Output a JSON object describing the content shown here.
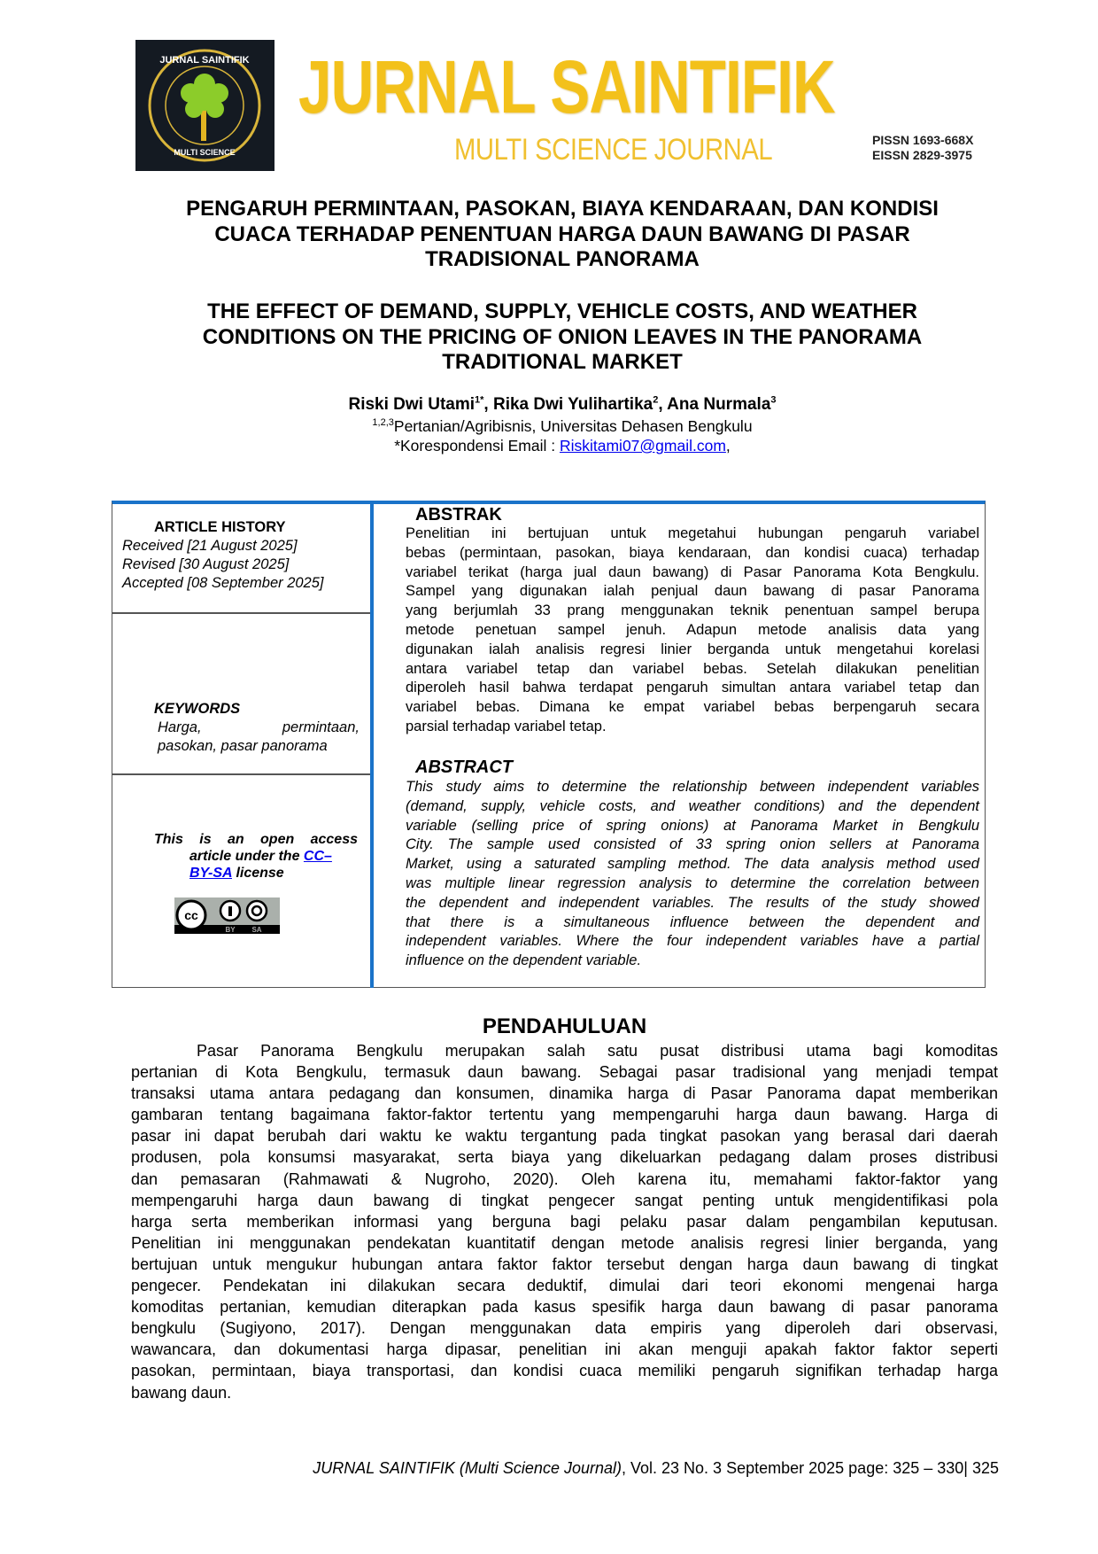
{
  "header": {
    "logo_text": [
      "JURNAL SAINTIFIK",
      "MULTI SCIENCE"
    ],
    "journal_name": "JURNAL SAINTIFIK",
    "journal_subtitle": "MULTI SCIENCE JOURNAL",
    "pissn": "PISSN 1693-668X",
    "eissn": "EISSN 2829-3975"
  },
  "title_id": [
    "PENGARUH PERMINTAAN, PASOKAN, BIAYA KENDARAAN, DAN KONDISI",
    "CUACA TERHADAP PENENTUAN HARGA DAUN BAWANG DI PASAR",
    "TRADISIONAL PANORAMA"
  ],
  "title_en": [
    "THE EFFECT OF DEMAND, SUPPLY, VEHICLE COSTS, AND WEATHER",
    "CONDITIONS ON THE PRICING OF ONION LEAVES IN THE PANORAMA",
    "TRADITIONAL MARKET"
  ],
  "authors": {
    "a1": "Riski Dwi Utami",
    "a1_sup": "1*",
    "a2": ", Rika Dwi Yulihartika",
    "a2_sup": "2",
    "a3": ", Ana Nurmala",
    "a3_sup": "3",
    "affil_sup": "1,2,3",
    "affil": "Pertanian/Agribisnis, Universitas Dehasen Bengkulu",
    "email_label": "*Korespondensi Email : ",
    "email": "Riskitami07@gmail.com",
    "email_trail": ","
  },
  "sidebar": {
    "history_label": "ARTICLE HISTORY",
    "received": "Received [21 August 2025]",
    "revised": "Revised [30 August 2025]",
    "accepted": "Accepted [08 September 2025]",
    "keywords_label": "KEYWORDS",
    "kw_line1_a": "Harga,",
    "kw_line1_b": "permintaan,",
    "kw_line2": "pasokan, pasar panorama",
    "license_1": "This is an open access",
    "license_2": "article under the ",
    "license_link_1": "CC–",
    "license_link_2": "BY-SA",
    "license_3": " license",
    "cc_badge": [
      "cc",
      "BY",
      "SA"
    ]
  },
  "abstrak": {
    "heading": "ABSTRAK",
    "lines": [
      "Penelitian ini bertujuan untuk megetahui  hubungan pengaruh variabel",
      "bebas (permintaan, pasokan, biaya kendaraan, dan kondisi cuaca) terhadap",
      "variabel terikat (harga jual daun bawang) di Pasar Panorama Kota Bengkulu.",
      "Sampel yang digunakan ialah penjual daun bawang di pasar Panorama",
      "yang berjumlah 33 prang menggunakan teknik penentuan sampel berupa",
      "metode penetuan sampel jenuh. Adapun metode analisis data yang",
      "digunakan ialah analisis regresi linier berganda untuk mengetahui korelasi",
      "antara variabel tetap dan variabel bebas. Setelah dilakukan penelitian",
      "diperoleh hasil bahwa terdapat pengaruh simultan antara variabel tetap dan",
      "variabel bebas. Dimana ke empat variabel bebas berpengaruh secara",
      "parsial terhadap variabel tetap."
    ]
  },
  "abstract": {
    "heading": "ABSTRACT",
    "lines": [
      "This study aims to determine the relationship between independent variables",
      "(demand, supply, vehicle costs, and weather conditions) and the dependent",
      "variable (selling price of spring onions) at Panorama Market in Bengkulu",
      "City. The sample used consisted of 33 spring onion sellers at Panorama",
      "Market, using a saturated sampling method. The data analysis method used",
      "was multiple linear regression analysis to determine the correlation between",
      "the dependent and independent variables. The results of the study showed",
      "that there is a simultaneous influence between the dependent and",
      "independent variables. Where the four independent variables have a partial",
      "influence on the dependent variable."
    ]
  },
  "pendahuluan": {
    "heading": "PENDAHULUAN",
    "lines": [
      "Pasar Panorama Bengkulu merupakan salah satu pusat distribusi utama bagi komoditas",
      "pertanian di Kota Bengkulu, termasuk daun bawang. Sebagai pasar tradisional yang menjadi tempat",
      "transaksi utama antara pedagang dan konsumen, dinamika harga di Pasar Panorama dapat memberikan",
      "gambaran tentang bagaimana faktor-faktor tertentu yang mempengaruhi harga daun  bawang. Harga di",
      "pasar ini dapat berubah dari waktu ke waktu tergantung pada tingkat pasokan yang berasal dari daerah",
      "produsen, pola konsumsi masyarakat, serta biaya yang dikeluarkan pedagang dalam proses distribusi",
      "dan pemasaran (Rahmawati & Nugroho, 2020). Oleh karena itu, memahami faktor-faktor yang",
      "mempengaruhi harga daun bawang  di tingkat pengecer sangat penting untuk mengidentifikasi pola",
      "harga serta memberikan informasi yang berguna bagi pelaku pasar dalam pengambilan keputusan.",
      "Penelitian ini menggunakan pendekatan kuantitatif dengan metode analisis regresi linier berganda, yang",
      "bertujuan untuk mengukur hubungan antara faktor faktor tersebut dengan harga daun bawang di tingkat",
      "pengecer. Pendekatan ini dilakukan secara deduktif, dimulai dari teori ekonomi mengenai harga",
      "komoditas pertanian, kemudian diterapkan pada kasus spesifik harga daun bawang di pasar panorama",
      "bengkulu (Sugiyono, 2017). Dengan menggunakan data empiris yang diperoleh dari observasi,",
      "wawancara, dan dokumentasi harga dipasar, penelitian ini akan menguji apakah faktor faktor seperti",
      "pasokan, permintaan, biaya transportasi, dan kondisi cuaca memiliki pengaruh signifikan terhadap harga",
      "bawang daun."
    ]
  },
  "footer": {
    "journal": "JURNAL SAINTIFIK (Multi Science Journal)",
    "rest": ", Vol. 23 No. 3 September 2025 page: 325 – 330| 325"
  },
  "colors": {
    "accent_blue": "#1a73c9",
    "journal_gold": "#f3c11b",
    "link": "#0000ee"
  }
}
